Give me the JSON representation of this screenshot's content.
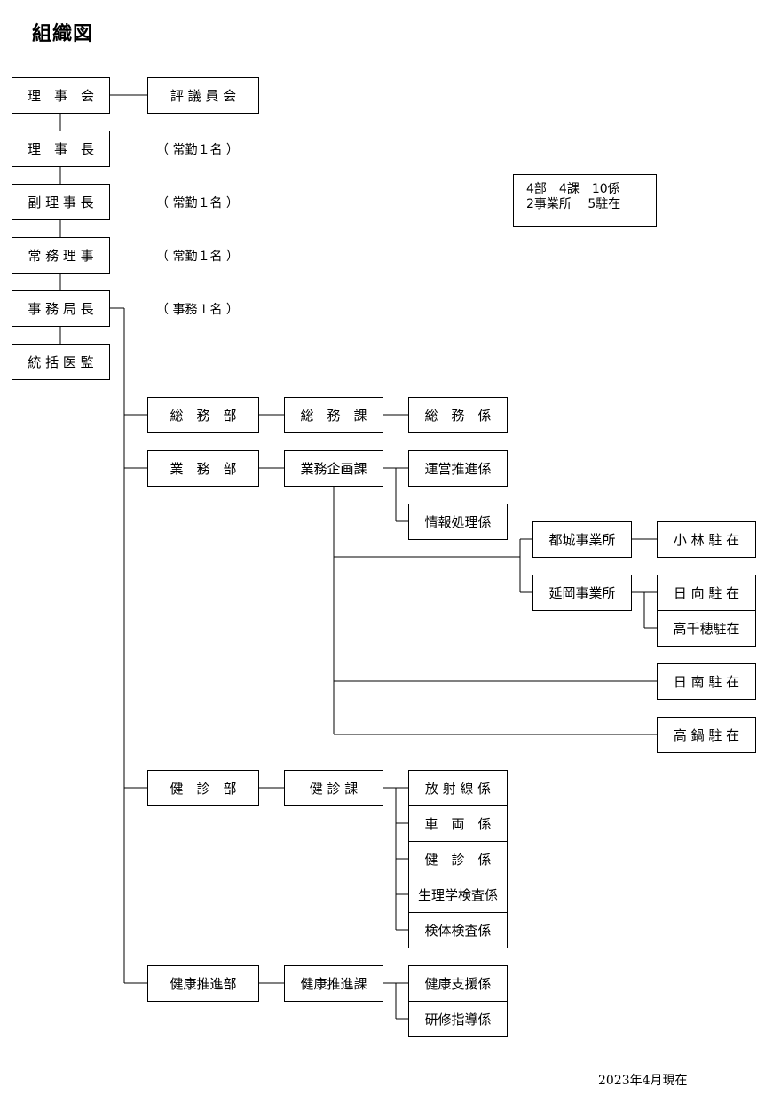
{
  "title": "組織図",
  "summary": {
    "line1": "4部　4課　10係",
    "line2": "2事業所　 5駐在"
  },
  "date": "2023年4月現在",
  "executives": {
    "rijikai": "理　事　会",
    "hyogiinkai": "評 議 員 会",
    "rijicho": "理　事　長",
    "fukurijicho": "副 理 事 長",
    "jomuriji": "常 務 理 事",
    "jimukyokucho": "事 務 局 長",
    "tokatsuikan": "統 括 医 監"
  },
  "notes": {
    "rijicho": "（ 常勤１名 ）",
    "fukurijicho": "（ 常勤１名 ）",
    "jomuriji": "（ 常勤１名 ）",
    "jimukyokucho": "（ 事務１名 ）"
  },
  "somu": {
    "dept": "総　務　部",
    "section": "総　務　課",
    "unit": "総　務　係"
  },
  "gyomu": {
    "dept": "業　務　部",
    "section": "業務企画課",
    "units": [
      "運営推進係",
      "情報処理係"
    ],
    "offices": {
      "miyakonojo": "都城事業所",
      "kobayashi": "小 林 駐 在",
      "nobeoka": "延岡事業所",
      "hyuga": "日 向 駐 在",
      "takachiho": "高千穂駐在",
      "nichinan": "日 南 駐 在",
      "takanabe": "高 鍋 駐 在"
    }
  },
  "kenshin": {
    "dept": "健　診　部",
    "section": "健 診 課",
    "units": [
      "放 射 線 係",
      "車　両　係",
      "健　診　係",
      "生理学検査係",
      "検体検査係"
    ]
  },
  "kenko": {
    "dept": "健康推進部",
    "section": "健康推進課",
    "units": [
      "健康支援係",
      "研修指導係"
    ]
  }
}
